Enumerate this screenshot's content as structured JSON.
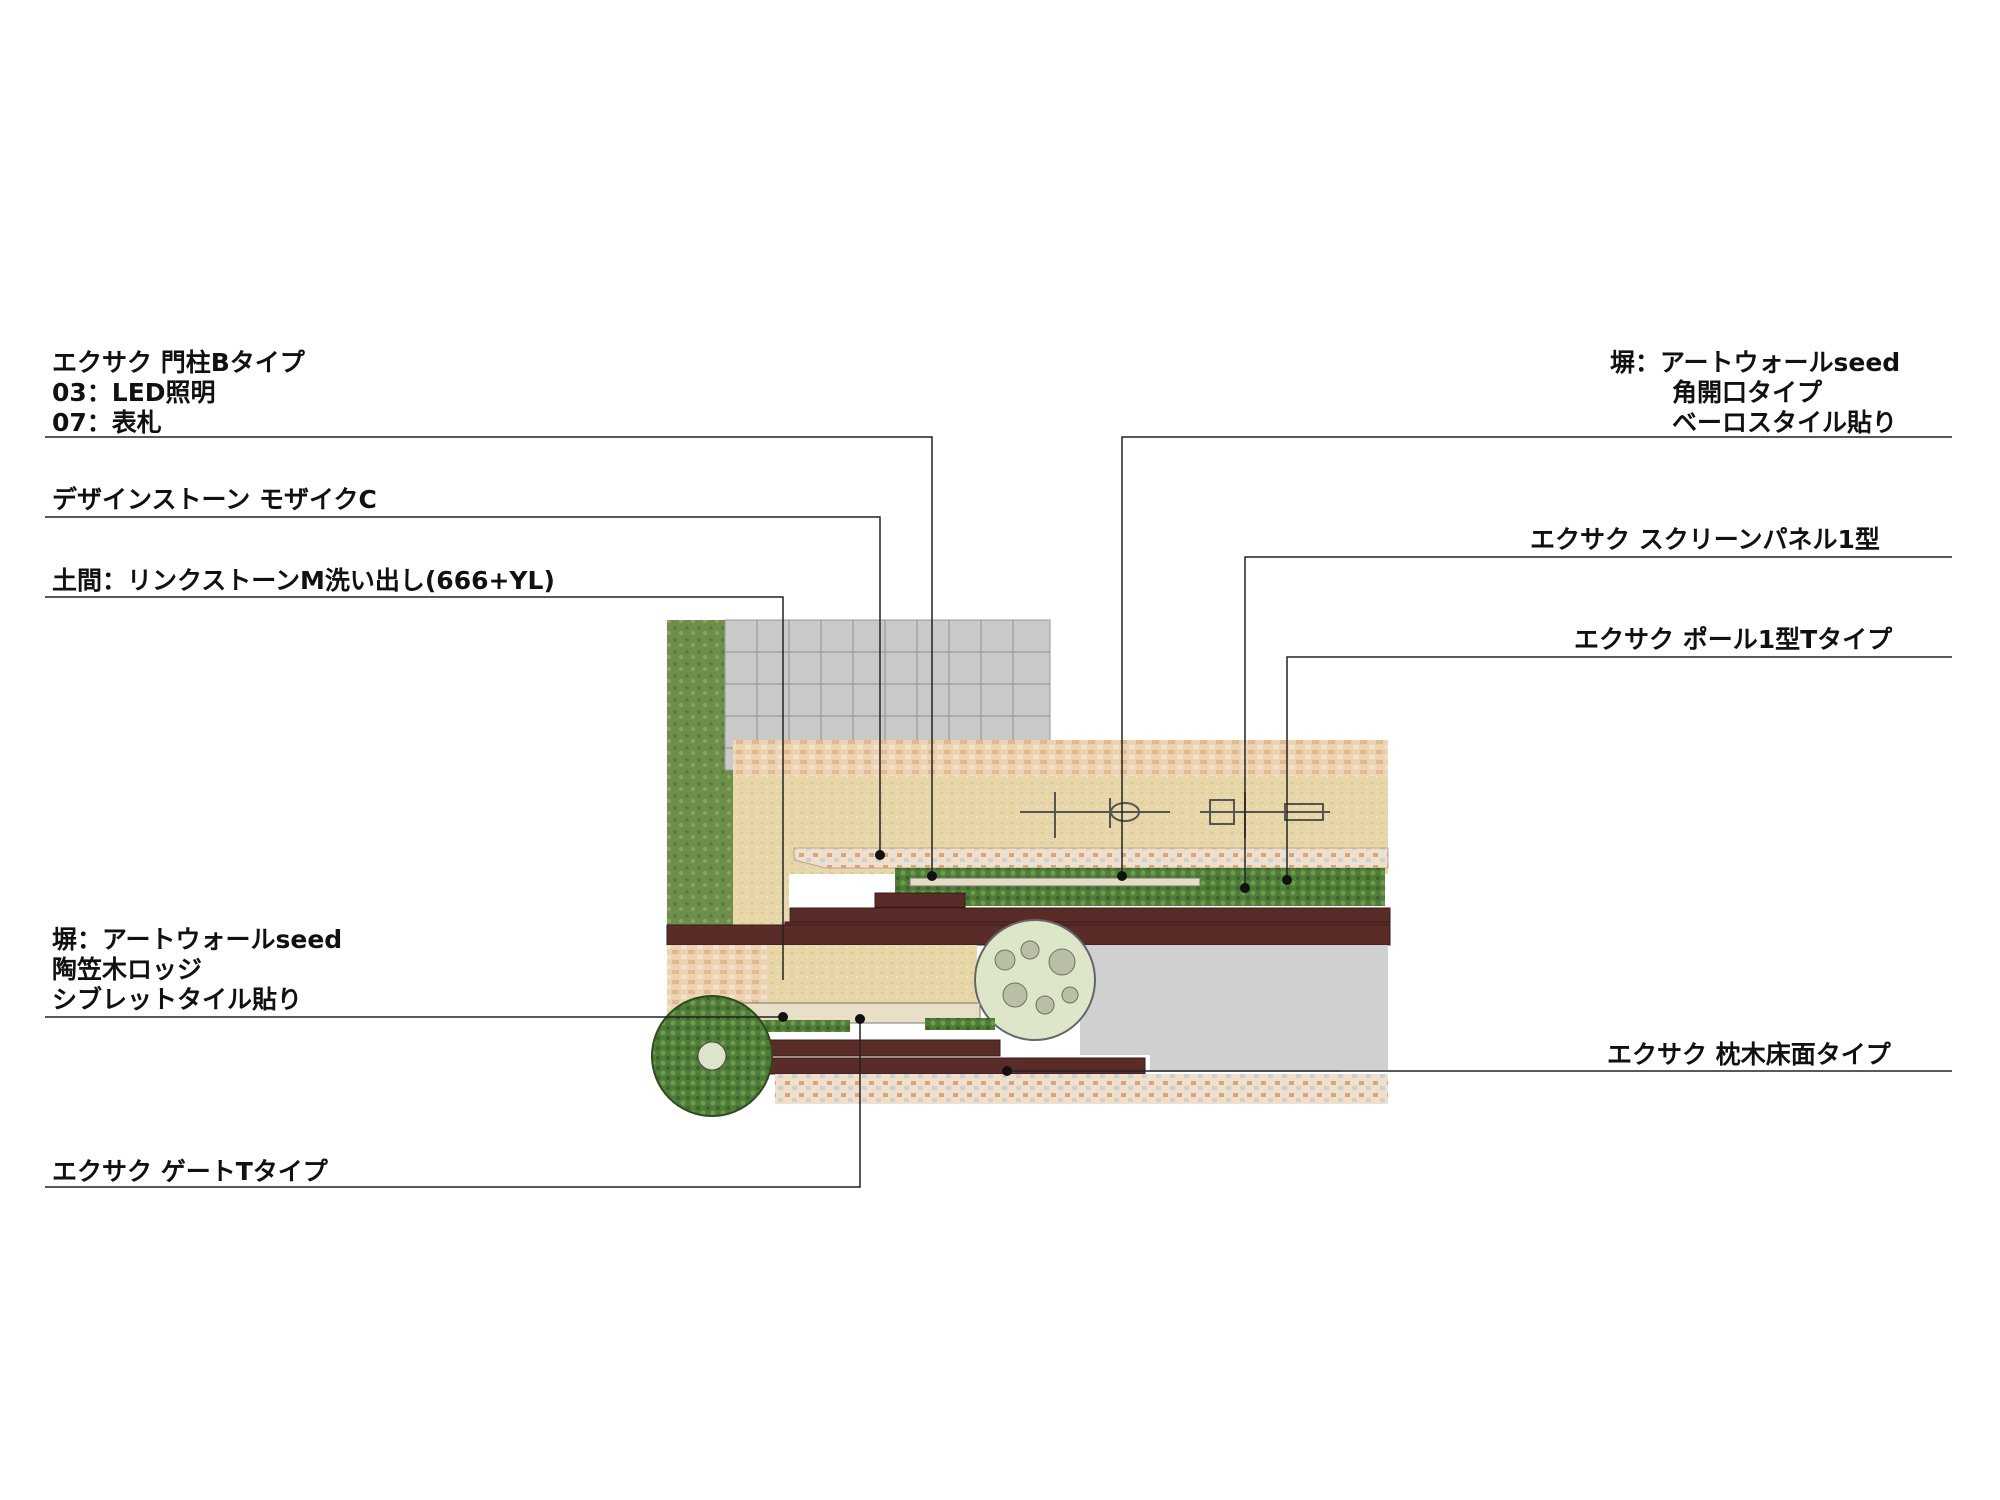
{
  "labels": {
    "gate_pillar": [
      "エクサク 門柱Bタイプ",
      "03：LED照明",
      "07：表札"
    ],
    "design_stone": [
      "デザインストーン モザイクC"
    ],
    "doma": [
      "土間：リンクストーンM洗い出し(666+YL)"
    ],
    "wall_left": [
      "塀：アートウォールseed",
      "陶笠木ロッジ",
      "シブレットタイル貼り"
    ],
    "gate_t": [
      "エクサク ゲートTタイプ"
    ],
    "wall_right": [
      "塀：アートウォールseed",
      "角開口タイプ",
      "ベーロスタイル貼り"
    ],
    "screen_panel": [
      "エクサク スクリーンパネル1型"
    ],
    "pole": [
      "エクサク ポール1型Tタイプ"
    ],
    "sleeper_floor": [
      "エクサク 枕木床面タイプ"
    ]
  },
  "colors": {
    "lawn": "#6e8f4c",
    "tile_grid": "#c9c9c7",
    "sand_gravel": "#e6d6a8",
    "brick_band": "#e9cda9",
    "sleeper": "#5a2c28",
    "concrete": "#cfd0d2",
    "planting": "#4f7d38",
    "leader": "#222222"
  }
}
